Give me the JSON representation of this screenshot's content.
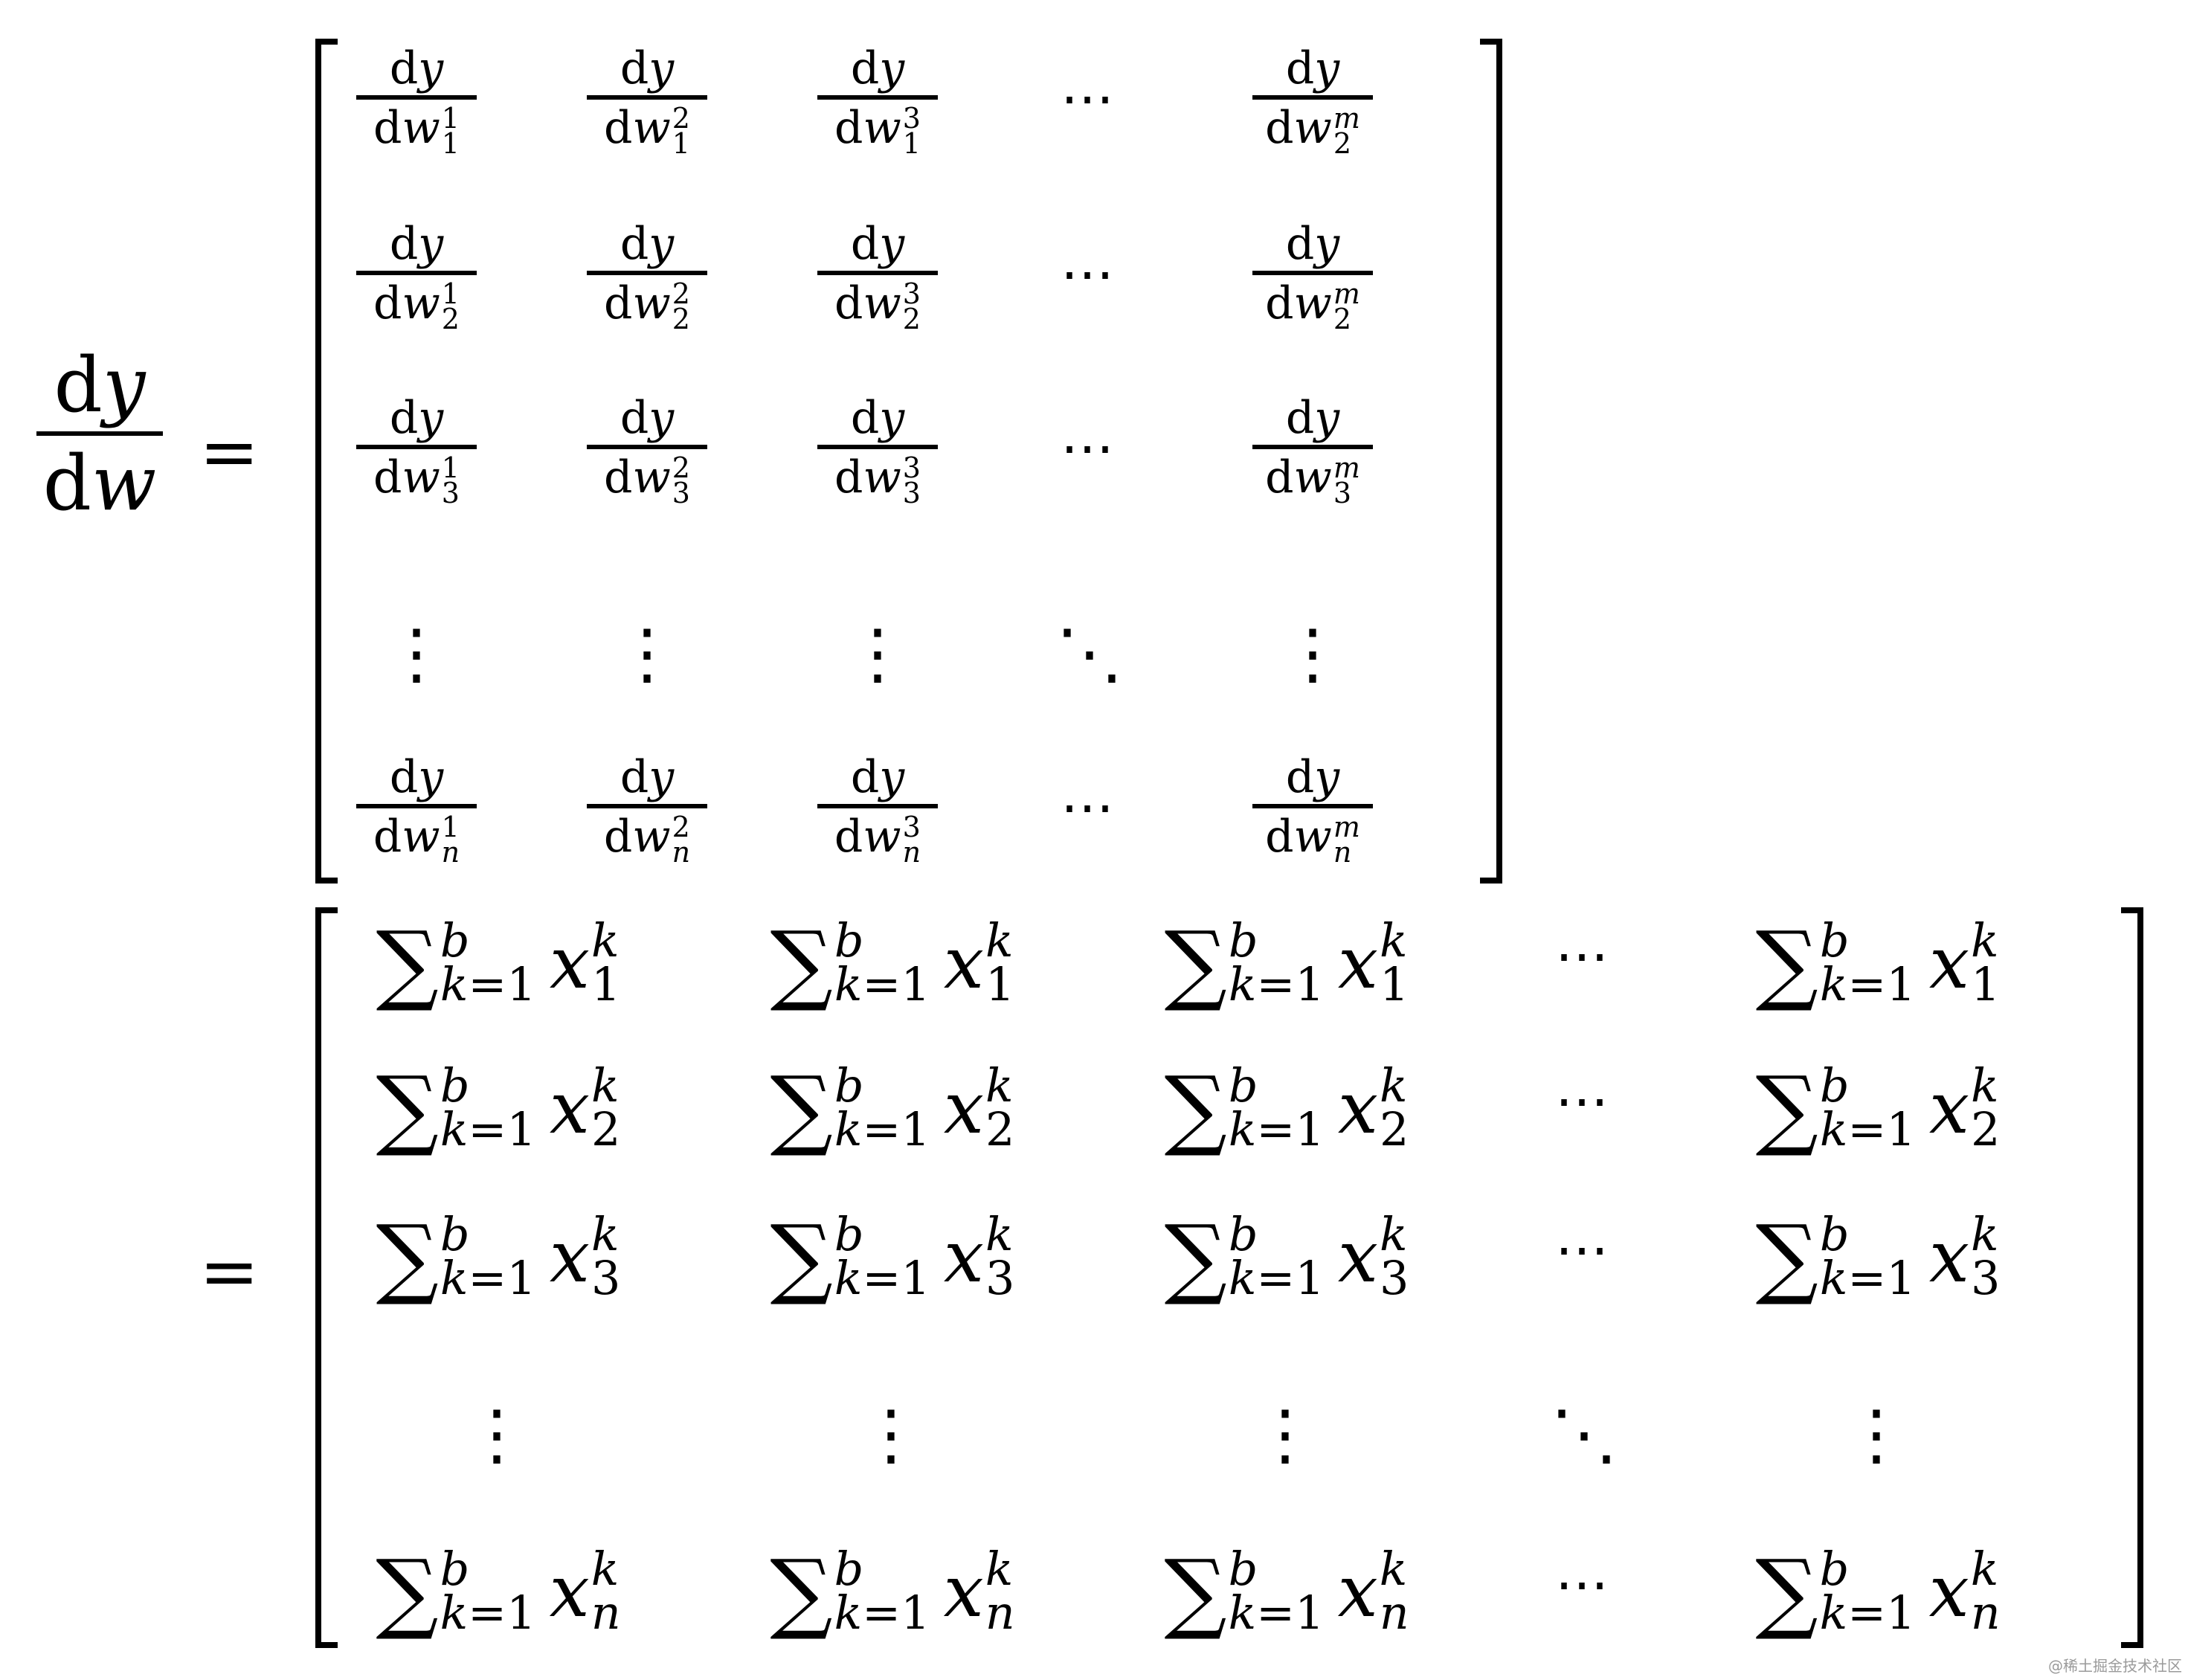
{
  "lhs": {
    "numerator": "dy",
    "denominator": "dw"
  },
  "equals": "=",
  "dots": {
    "h": "⋯",
    "v": "⋮",
    "d": "⋱"
  },
  "matrix1": {
    "numerator": "dy",
    "rows": [
      {
        "cells": [
          {
            "sub": "1",
            "sup": "1"
          },
          {
            "sub": "1",
            "sup": "2"
          },
          {
            "sub": "1",
            "sup": "3"
          },
          {
            "sub": "2",
            "sup": "m"
          }
        ]
      },
      {
        "cells": [
          {
            "sub": "2",
            "sup": "1"
          },
          {
            "sub": "2",
            "sup": "2"
          },
          {
            "sub": "2",
            "sup": "3"
          },
          {
            "sub": "2",
            "sup": "m"
          }
        ]
      },
      {
        "cells": [
          {
            "sub": "3",
            "sup": "1"
          },
          {
            "sub": "3",
            "sup": "2"
          },
          {
            "sub": "3",
            "sup": "3"
          },
          {
            "sub": "3",
            "sup": "m"
          }
        ]
      },
      {
        "cells": [
          {
            "sub": "n",
            "sup": "1"
          },
          {
            "sub": "n",
            "sup": "2"
          },
          {
            "sub": "n",
            "sup": "3"
          },
          {
            "sub": "n",
            "sup": "m"
          }
        ]
      }
    ]
  },
  "matrix2": {
    "sum_upper": "b",
    "sum_lower": "k=1",
    "var": "x",
    "sup": "k",
    "row_subs": [
      "1",
      "2",
      "3",
      "n"
    ]
  },
  "watermark": "@稀土掘金技术社区"
}
